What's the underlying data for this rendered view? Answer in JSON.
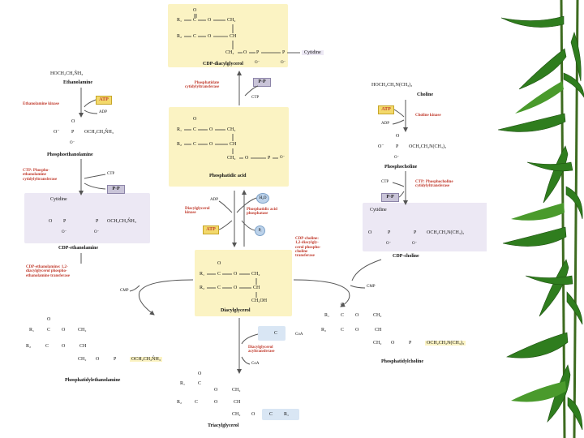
{
  "molecules": {
    "cdp_diacylglycerol": "CDP-diacylglycerol",
    "cytidine_top": "Cytidine",
    "ethanolamine_formula": "HOCH₂CH₂N̂H₃",
    "ethanolamine": "Ethanolamine",
    "phosphoethanolamine": "Phosphoethanolamine",
    "cdp_ethanolamine": "CDP-ethanolamine",
    "cytidine_left": "Cytidine",
    "phosphatidylethanolamine": "Phosphatidylethanolamine",
    "choline_formula": "HOCH₂CH₂N(CH₃)₃",
    "choline": "Choline",
    "phosphocholine": "Phosphocholine",
    "cdp_choline": "CDP-choline",
    "cytidine_right": "Cytidine",
    "phosphatidylcholine": "Phosphatidylcholine",
    "phosphatidic_acid": "Phosphatidic acid",
    "diacylglycerol": "Diacylglycerol",
    "triacylglycerol": "Triacylglycerol",
    "pe_headgroup": "OCH₂CH₂N̂H₃",
    "pc_headgroup": "OCH₂CH₂N(CH₃)₃",
    "ch2oh": "CH₂OH"
  },
  "enzymes": {
    "phosphatidate_ct": "Phosphatidate\ncytidylyltransferase",
    "ethanolamine_kinase": "Ethanolamine kinase",
    "choline_kinase": "Choline kinase",
    "ctp_phosphoethanolamine": "CTP: Phospho-\nethanolamine\ncytidylyltransferase",
    "ctp_phosphocholine": "CTP: Phosphocholine\ncytidylyltransferase",
    "diacylglycerol_kinase": "Diacylglycerol\nkinase",
    "pa_phosphatase": "Phosphatidic acid\nphosphatase",
    "cdp_ethanolamine_transferase": "CDP-ethanolamine: 1,2-\ndiacylglycerol phospho-\nethanolamine transferase",
    "cdp_choline_transferase": "CDP-choline:\n1,2-diacylgly-\ncerol phospho-\ncholine\ntransferase",
    "dag_acyltransferase": "Diacylglycerol\nacyltransferase"
  },
  "cofactors": {
    "pp_top": "P·P",
    "ctp_top": "CTP",
    "atp_left": "ATP",
    "adp_left": "ADP",
    "ctp_left": "CTP",
    "pp_left": "P·P",
    "atp_right": "ATP",
    "adp_right": "ADP",
    "ctp_right": "CTP",
    "pp_right": "P·P",
    "adp_mid": "ADP",
    "atp_mid": "ATP",
    "h2o": "H₂O",
    "pi": "Pᵢ",
    "cmp_left": "CMP",
    "cmp_right": "CMP",
    "coa_right": "CoA",
    "coa_bottom": "CoA"
  },
  "atoms": {
    "R1": "R₁",
    "R2": "R₂",
    "C": "C",
    "O": "O",
    "P": "P",
    "CH2": "CH₂",
    "CH": "CH",
    "Ominus": "O⁻"
  },
  "colors": {
    "accent_red": "#c0392b",
    "box_yellow": "#fbf3c3",
    "box_purple": "#ece8f4",
    "box_blue": "#d9e6f4",
    "pill_lavender": "#c9c4d8",
    "atp_yellow": "#f3d96b",
    "bamboo_green": "#2f7d1e"
  }
}
